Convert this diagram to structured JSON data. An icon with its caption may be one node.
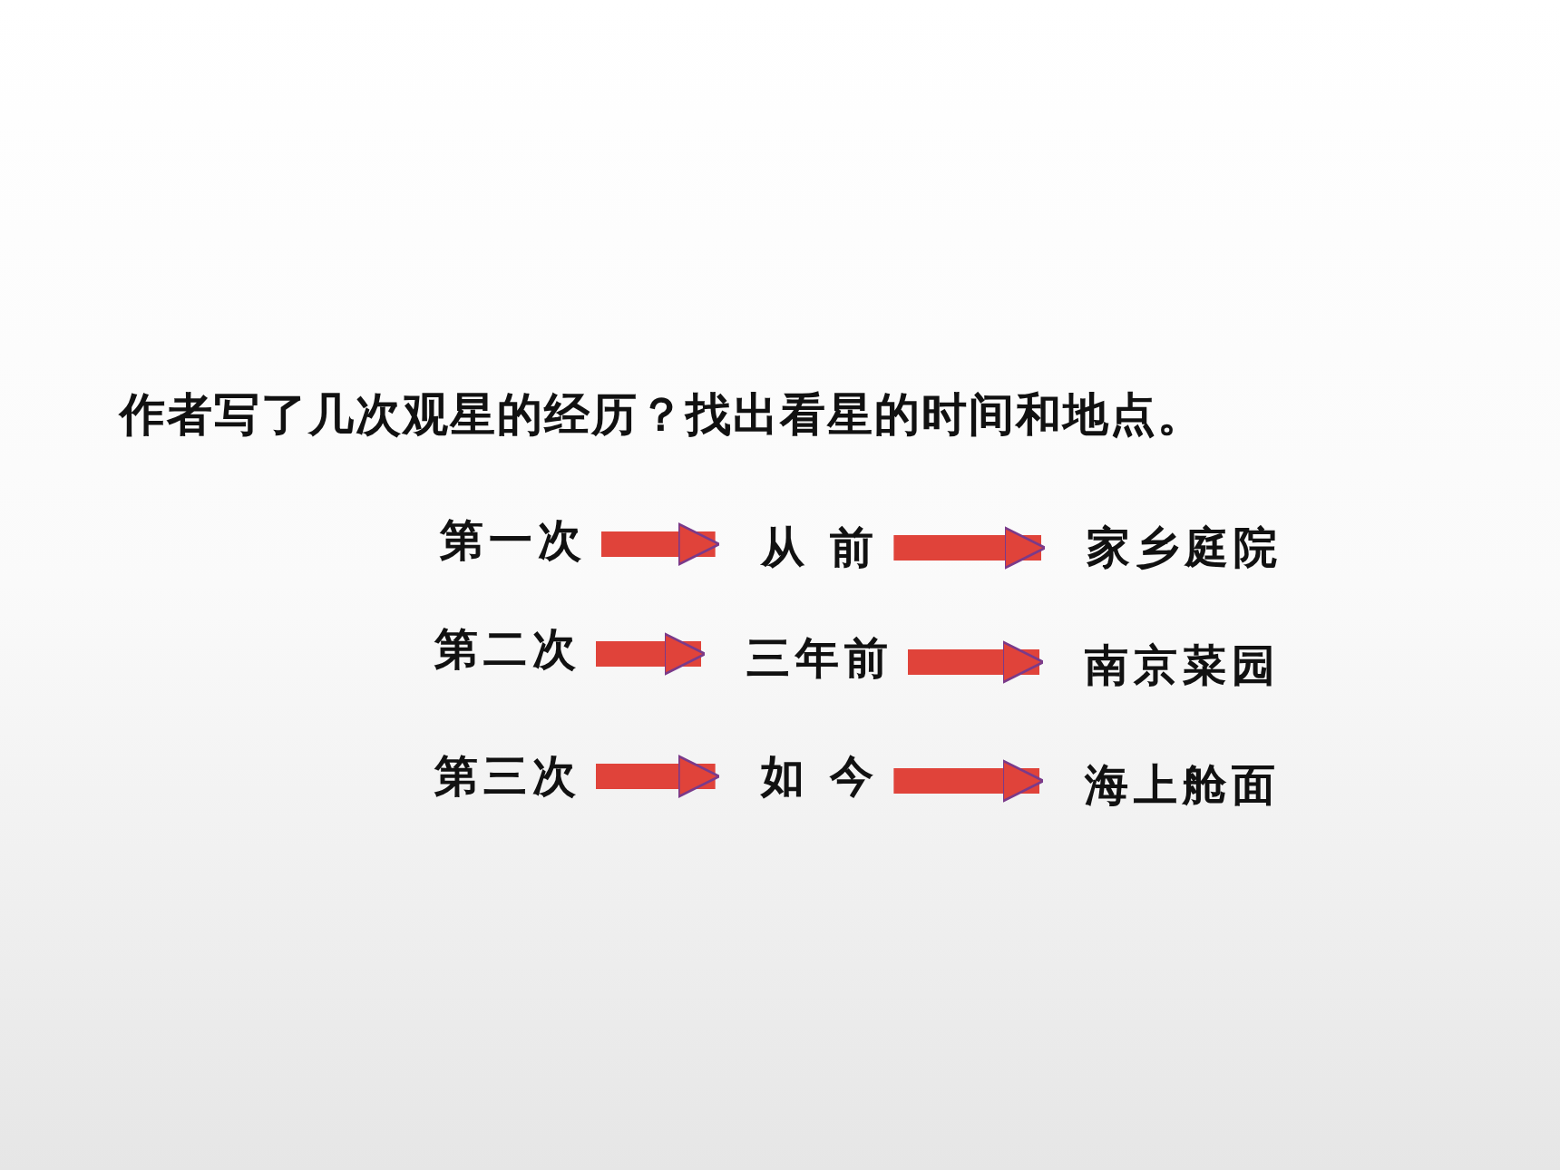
{
  "diagram": {
    "title": "作者写了几次观星的经历？找出看星的时间和地点。",
    "nodes": [
      {
        "text": [
          "第一次"
        ]
      },
      {
        "text": [
          "从 前"
        ]
      },
      {
        "text": [
          "家乡庭院"
        ]
      },
      {
        "text": [
          "第二次"
        ]
      },
      {
        "text": [
          "三年前"
        ]
      },
      {
        "text": [
          "南京菜园"
        ]
      },
      {
        "text": [
          "第三次"
        ]
      },
      {
        "text": [
          "如 今"
        ]
      },
      {
        "text": [
          "海上舱面"
        ]
      }
    ],
    "edges": [
      {
        "from": 0,
        "to": 1,
        "arrow": "to"
      },
      {
        "from": 1,
        "to": 2,
        "arrow": "to"
      },
      {
        "from": 3,
        "to": 4,
        "arrow": "to"
      },
      {
        "from": 4,
        "to": 5,
        "arrow": "to"
      },
      {
        "from": 6,
        "to": 7,
        "arrow": "to"
      },
      {
        "from": 7,
        "to": 8,
        "arrow": "to"
      }
    ]
  }
}
